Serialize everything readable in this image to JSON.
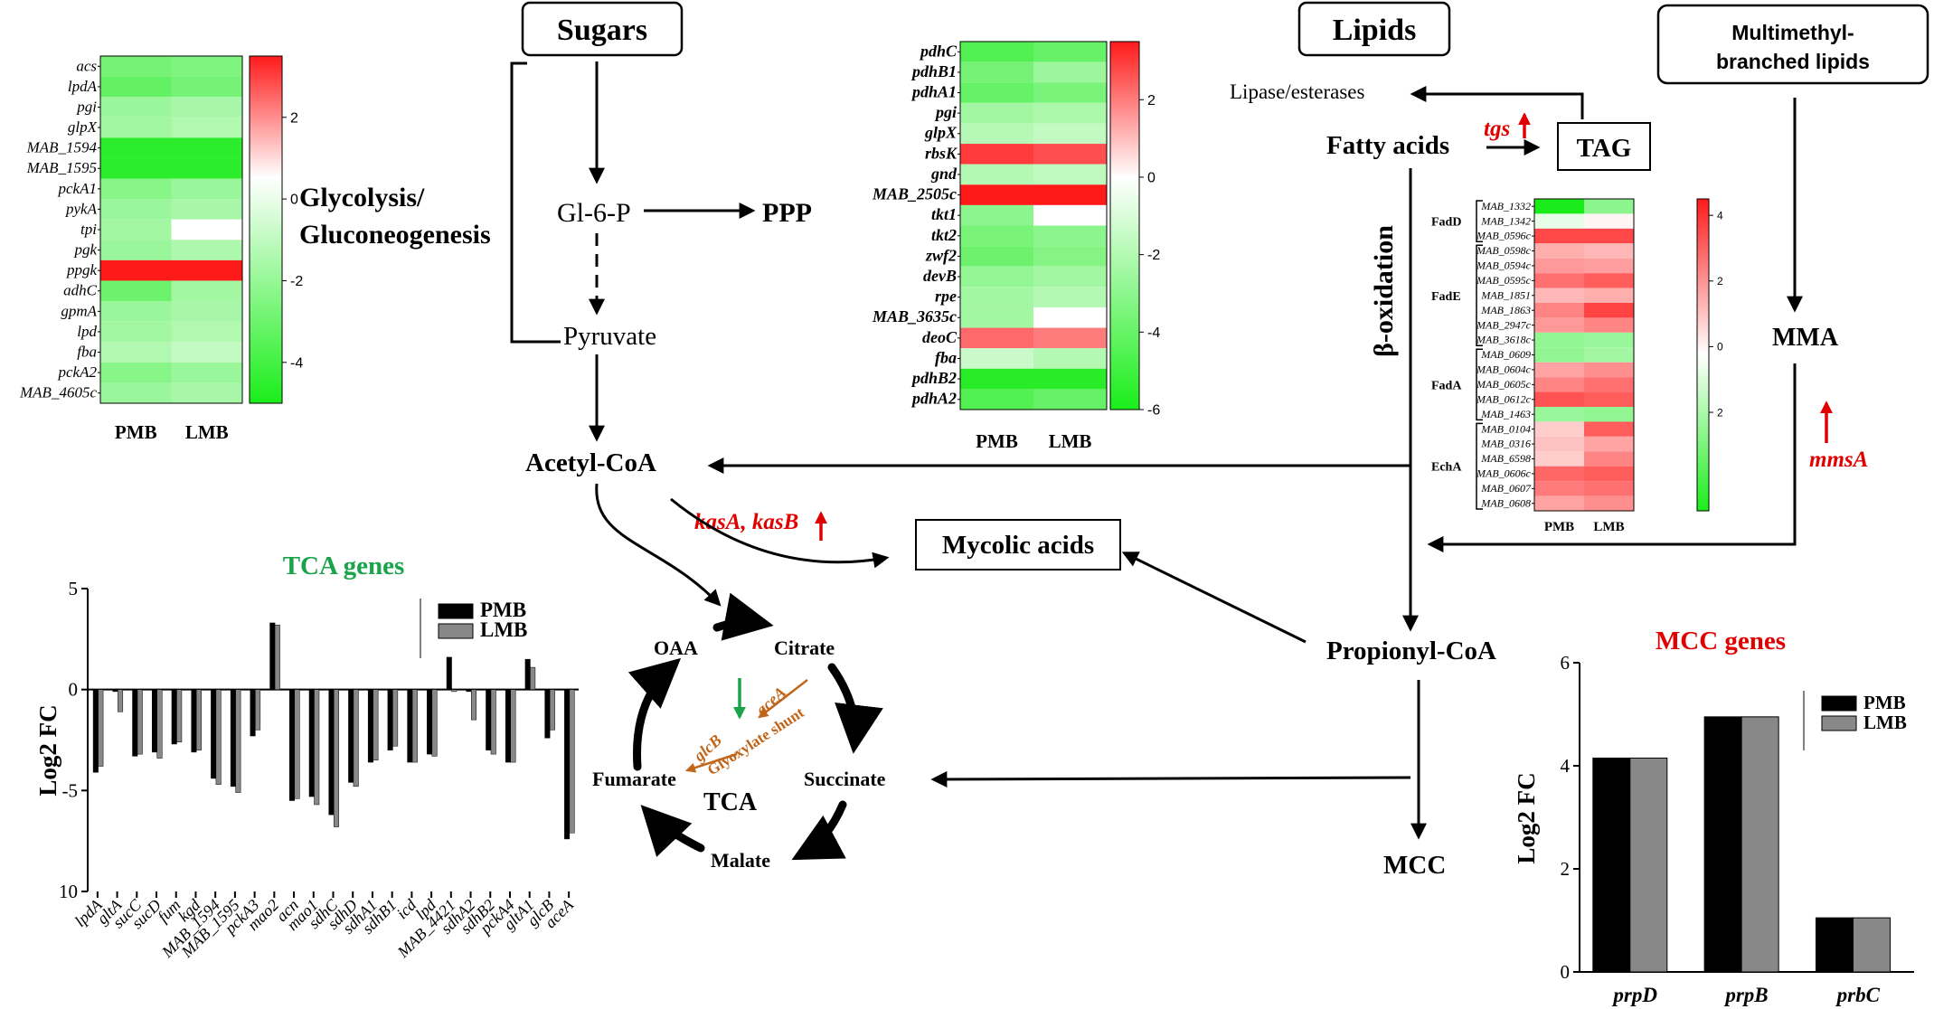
{
  "nodes": {
    "sugars": "Sugars",
    "lipids": "Lipids",
    "multimethyl_1": "Multimethyl-",
    "multimethyl_2": "branched lipids",
    "lipase": "Lipase/esterases",
    "fatty_acids": "Fatty acids",
    "tgs": "tgs",
    "tag": "TAG",
    "glc6p": "Gl-6-P",
    "ppp": "PPP",
    "pyruvate": "Pyruvate",
    "acetyl_coa": "Acetyl-CoA",
    "kas": "kasA, kasB",
    "mycolic": "Mycolic acids",
    "beta_oxidation": "β-oxidation",
    "mma": "MMA",
    "mmsa": "mmsA",
    "propionyl": "Propionyl-CoA",
    "mcc": "MCC",
    "glycolysis_1": "Glycolysis/",
    "glycolysis_2": "Gluconeogenesis"
  },
  "tca": {
    "oaa": "OAA",
    "citrate": "Citrate",
    "succinate": "Succinate",
    "malate": "Malate",
    "fumarate": "Fumarate",
    "center": "TCA",
    "acea": "aceA",
    "glcb": "glcB",
    "shunt": "Glyoxylate shunt"
  },
  "colors": {
    "up": "#ff0000",
    "down": "#00ee00",
    "mid": "#ffffff",
    "tca_title": "#1aa34a",
    "mcc_title": "#e00000",
    "shunt": "#c0661a",
    "arrow_red": "#e00000"
  },
  "heatmap_glycolysis": {
    "rows": [
      "acs",
      "lpdA",
      "pgi",
      "glpX",
      "MAB_1594",
      "MAB_1595",
      "pckA1",
      "pykA",
      "tpi",
      "pgk",
      "ppgk",
      "adhC",
      "gpmA",
      "lpd",
      "fba",
      "pckA2",
      "MAB_4605c"
    ],
    "cols": [
      "PMB",
      "LMB"
    ],
    "values": [
      [
        -3.0,
        -2.8
      ],
      [
        -3.4,
        -3.0
      ],
      [
        -2.2,
        -1.9
      ],
      [
        -2.0,
        -1.7
      ],
      [
        -4.6,
        -4.6
      ],
      [
        -4.6,
        -4.6
      ],
      [
        -2.6,
        -2.2
      ],
      [
        -2.2,
        -1.9
      ],
      [
        -2.0,
        0.0
      ],
      [
        -2.2,
        -1.8
      ],
      [
        3.8,
        3.5
      ],
      [
        -3.2,
        -2.0
      ],
      [
        -2.2,
        -1.9
      ],
      [
        -2.0,
        -1.7
      ],
      [
        -1.7,
        -1.3
      ],
      [
        -2.6,
        -2.2
      ],
      [
        -2.2,
        -1.9
      ]
    ],
    "scale": {
      "min": -5,
      "max": 3.5,
      "ticks": [
        "2",
        "0",
        "-2",
        "-4"
      ],
      "tick_values": [
        2,
        0,
        -2,
        -4
      ]
    }
  },
  "heatmap_ppp": {
    "rows": [
      "pdhC",
      "pdhB1",
      "pdhA1",
      "pgi",
      "glpX",
      "rbsK",
      "gnd",
      "MAB_2505c",
      "tkt1",
      "tkt2",
      "zwf2",
      "devB",
      "rpe",
      "MAB_3635c",
      "deoC",
      "fba",
      "pdhB2",
      "pdhA2"
    ],
    "cols": [
      "PMB",
      "LMB"
    ],
    "values": [
      [
        -4.5,
        -4.0
      ],
      [
        -3.6,
        -2.6
      ],
      [
        -4.0,
        -3.5
      ],
      [
        -2.4,
        -2.2
      ],
      [
        -1.9,
        -1.6
      ],
      [
        3.0,
        2.7
      ],
      [
        -2.0,
        -1.7
      ],
      [
        3.8,
        3.8
      ],
      [
        -3.0,
        0.0
      ],
      [
        -3.5,
        -3.0
      ],
      [
        -3.8,
        -3.2
      ],
      [
        -2.8,
        -2.4
      ],
      [
        -2.4,
        -2.0
      ],
      [
        -2.4,
        0.0
      ],
      [
        2.3,
        2.0
      ],
      [
        -1.4,
        -2.0
      ],
      [
        -5.6,
        -5.6
      ],
      [
        -4.5,
        -4.0
      ]
    ],
    "scale": {
      "min": -6,
      "max": 3.5,
      "ticks": [
        "2",
        "0",
        "-2",
        "-4",
        "-6"
      ],
      "tick_values": [
        2,
        0,
        -2,
        -4,
        -6
      ]
    }
  },
  "heatmap_lipid": {
    "rows": [
      "MAB_1332",
      "MAB_1342",
      "MAB_0596c",
      "MAB_0598c",
      "MAB_0594c",
      "MAB_0595c",
      "MAB_1851",
      "MAB_1863",
      "MAB_2947c",
      "MAB_3618c",
      "MAB_0609",
      "MAB_0604c",
      "MAB_0605c",
      "MAB_0612c",
      "MAB_1463",
      "MAB_0104",
      "MAB_0316",
      "MAB_6598",
      "MAB_0606c",
      "MAB_0607",
      "MAB_0608"
    ],
    "cols": [
      "PMB",
      "LMB"
    ],
    "groups": [
      {
        "name": "FadD",
        "from": 0,
        "to": 2
      },
      {
        "name": "FadE",
        "from": 3,
        "to": 9
      },
      {
        "name": "FadA",
        "from": 10,
        "to": 14
      },
      {
        "name": "EchA",
        "from": 15,
        "to": 20
      }
    ],
    "values": [
      [
        -5,
        -2.5
      ],
      [
        -0.5,
        0.2
      ],
      [
        3.6,
        3.6
      ],
      [
        1.6,
        1.4
      ],
      [
        2.0,
        1.9
      ],
      [
        2.8,
        3.2
      ],
      [
        1.4,
        1.6
      ],
      [
        2.4,
        3.7
      ],
      [
        2.0,
        2.4
      ],
      [
        -2.4,
        -2.2
      ],
      [
        -2.4,
        -2.0
      ],
      [
        1.8,
        2.2
      ],
      [
        2.4,
        2.8
      ],
      [
        3.4,
        3.2
      ],
      [
        -2.2,
        -2.4
      ],
      [
        1.0,
        3.2
      ],
      [
        1.2,
        1.8
      ],
      [
        1.0,
        2.4
      ],
      [
        3.0,
        3.2
      ],
      [
        2.6,
        2.8
      ],
      [
        1.8,
        2.2
      ]
    ],
    "scale": {
      "min": -5,
      "max": 4.5,
      "ticks": [
        "4",
        "2",
        "0",
        "2"
      ],
      "tick_values": [
        4,
        2,
        0,
        -2
      ]
    }
  },
  "chart_data": [
    {
      "type": "bar",
      "title": "TCA genes",
      "ylabel": "Log2 FC",
      "ylim": [
        -10,
        5
      ],
      "y_ticks": [
        "5",
        "0",
        "-5",
        "10"
      ],
      "categories": [
        "lpdA",
        "gltA",
        "sucC",
        "sucD",
        "fum",
        "kgd",
        "MAB_1594",
        "MAB_1595",
        "pckA3",
        "mao2",
        "acn",
        "mao1",
        "sdhC",
        "sdhD",
        "sdhA1",
        "sdhB1",
        "icd",
        "lpd",
        "MAB_4421",
        "sdhA2",
        "sdhB2",
        "pckA4",
        "gltA1",
        "glcB",
        "aceA"
      ],
      "series": [
        {
          "name": "PMB",
          "color": "#000000",
          "values": [
            -4.1,
            -0.1,
            -3.3,
            -3.1,
            -2.7,
            -3.1,
            -4.4,
            -4.8,
            -2.3,
            3.3,
            -5.5,
            -5.3,
            -6.2,
            -4.6,
            -3.6,
            -3.0,
            -3.6,
            -3.2,
            1.6,
            -0.1,
            -3.0,
            -3.6,
            1.5,
            -2.4,
            -7.4
          ]
        },
        {
          "name": "LMB",
          "color": "#888888",
          "values": [
            -3.8,
            -1.1,
            -3.2,
            -3.4,
            -2.6,
            -3.0,
            -4.7,
            -5.1,
            -2.0,
            3.2,
            -5.4,
            -5.7,
            -6.8,
            -4.8,
            -3.5,
            -2.8,
            -3.6,
            -3.3,
            -0.1,
            -1.5,
            -3.2,
            -3.6,
            1.1,
            -2.0,
            -7.1
          ]
        }
      ],
      "legend": "top-right"
    },
    {
      "type": "bar",
      "title": "MCC genes",
      "ylabel": "Log2 FC",
      "ylim": [
        0,
        6
      ],
      "y_ticks": [
        "0",
        "2",
        "4",
        "6"
      ],
      "categories": [
        "prpD",
        "prpB",
        "prbC"
      ],
      "series": [
        {
          "name": "PMB",
          "color": "#000000",
          "values": [
            4.15,
            4.95,
            1.05
          ]
        },
        {
          "name": "LMB",
          "color": "#888888",
          "values": [
            4.15,
            4.95,
            1.05
          ]
        }
      ],
      "legend": "top-right"
    }
  ]
}
